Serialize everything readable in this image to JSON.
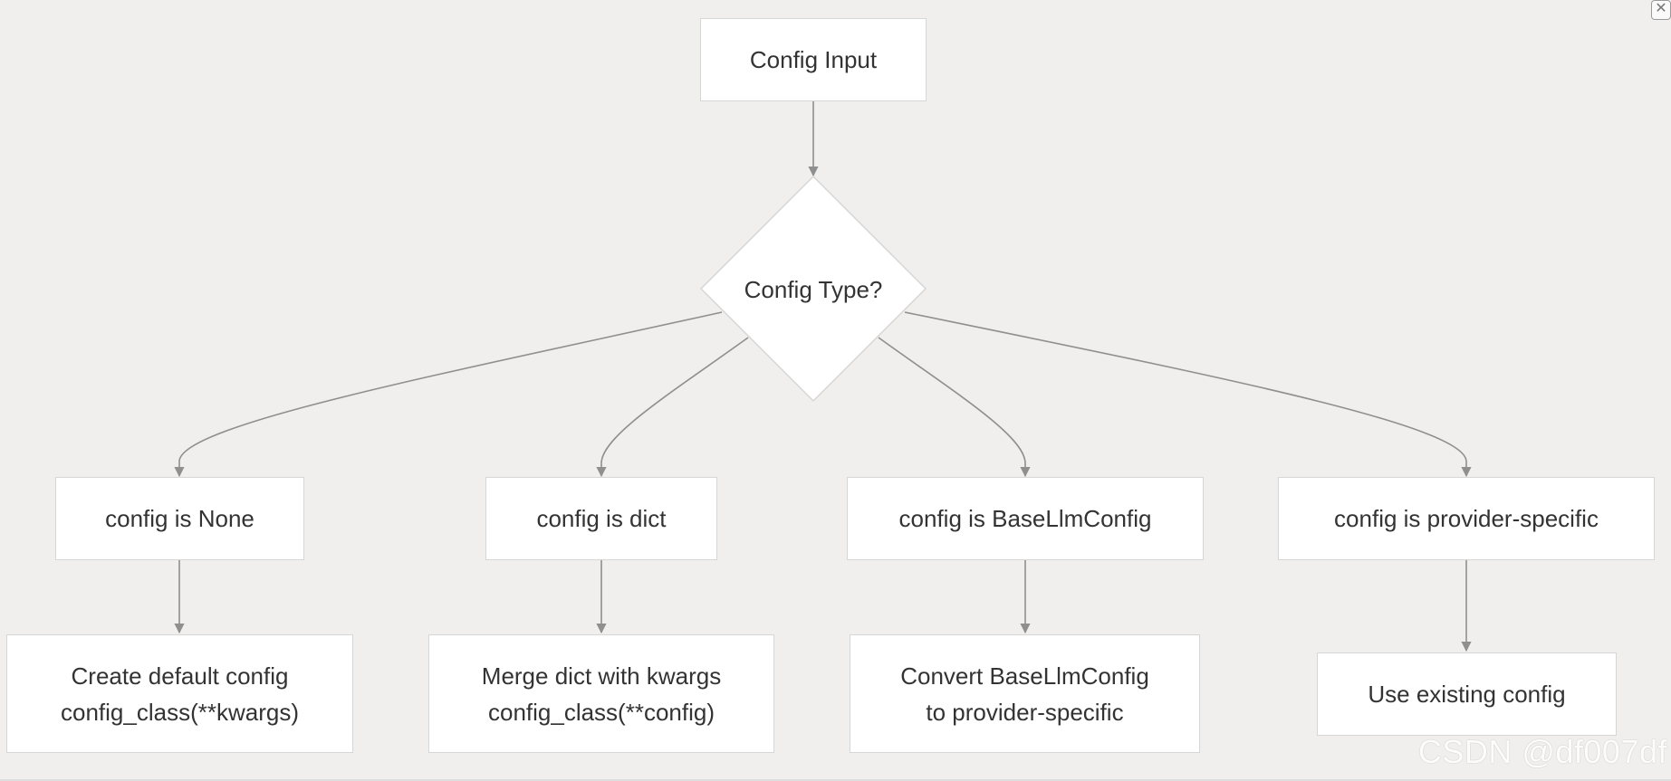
{
  "diagram": {
    "nodes": {
      "config_input": {
        "lines": [
          "Config Input"
        ]
      },
      "config_type": {
        "lines": [
          "Config Type?"
        ]
      },
      "is_none": {
        "lines": [
          "config is None"
        ]
      },
      "is_dict": {
        "lines": [
          "config is dict"
        ]
      },
      "is_base": {
        "lines": [
          "config is BaseLlmConfig"
        ]
      },
      "is_provider": {
        "lines": [
          "config is provider-specific"
        ]
      },
      "create_default": {
        "lines": [
          "Create default config",
          "config_class(**kwargs)"
        ]
      },
      "merge_dict": {
        "lines": [
          "Merge dict with kwargs",
          "config_class(**config)"
        ]
      },
      "convert_base": {
        "lines": [
          "Convert BaseLlmConfig",
          "to provider-specific"
        ]
      },
      "use_existing": {
        "lines": [
          "Use existing config"
        ]
      }
    },
    "edges": [
      [
        "config_input",
        "config_type"
      ],
      [
        "config_type",
        "is_none"
      ],
      [
        "config_type",
        "is_dict"
      ],
      [
        "config_type",
        "is_base"
      ],
      [
        "config_type",
        "is_provider"
      ],
      [
        "is_none",
        "create_default"
      ],
      [
        "is_dict",
        "merge_dict"
      ],
      [
        "is_base",
        "convert_base"
      ],
      [
        "is_provider",
        "use_existing"
      ]
    ],
    "colors": {
      "background": "#f0efed",
      "node_fill": "#ffffff",
      "node_border": "#d6d6d6",
      "edge": "#8f8f8f",
      "text": "#333333"
    }
  },
  "watermark": "CSDN @df007df",
  "close_glyph": "✕"
}
